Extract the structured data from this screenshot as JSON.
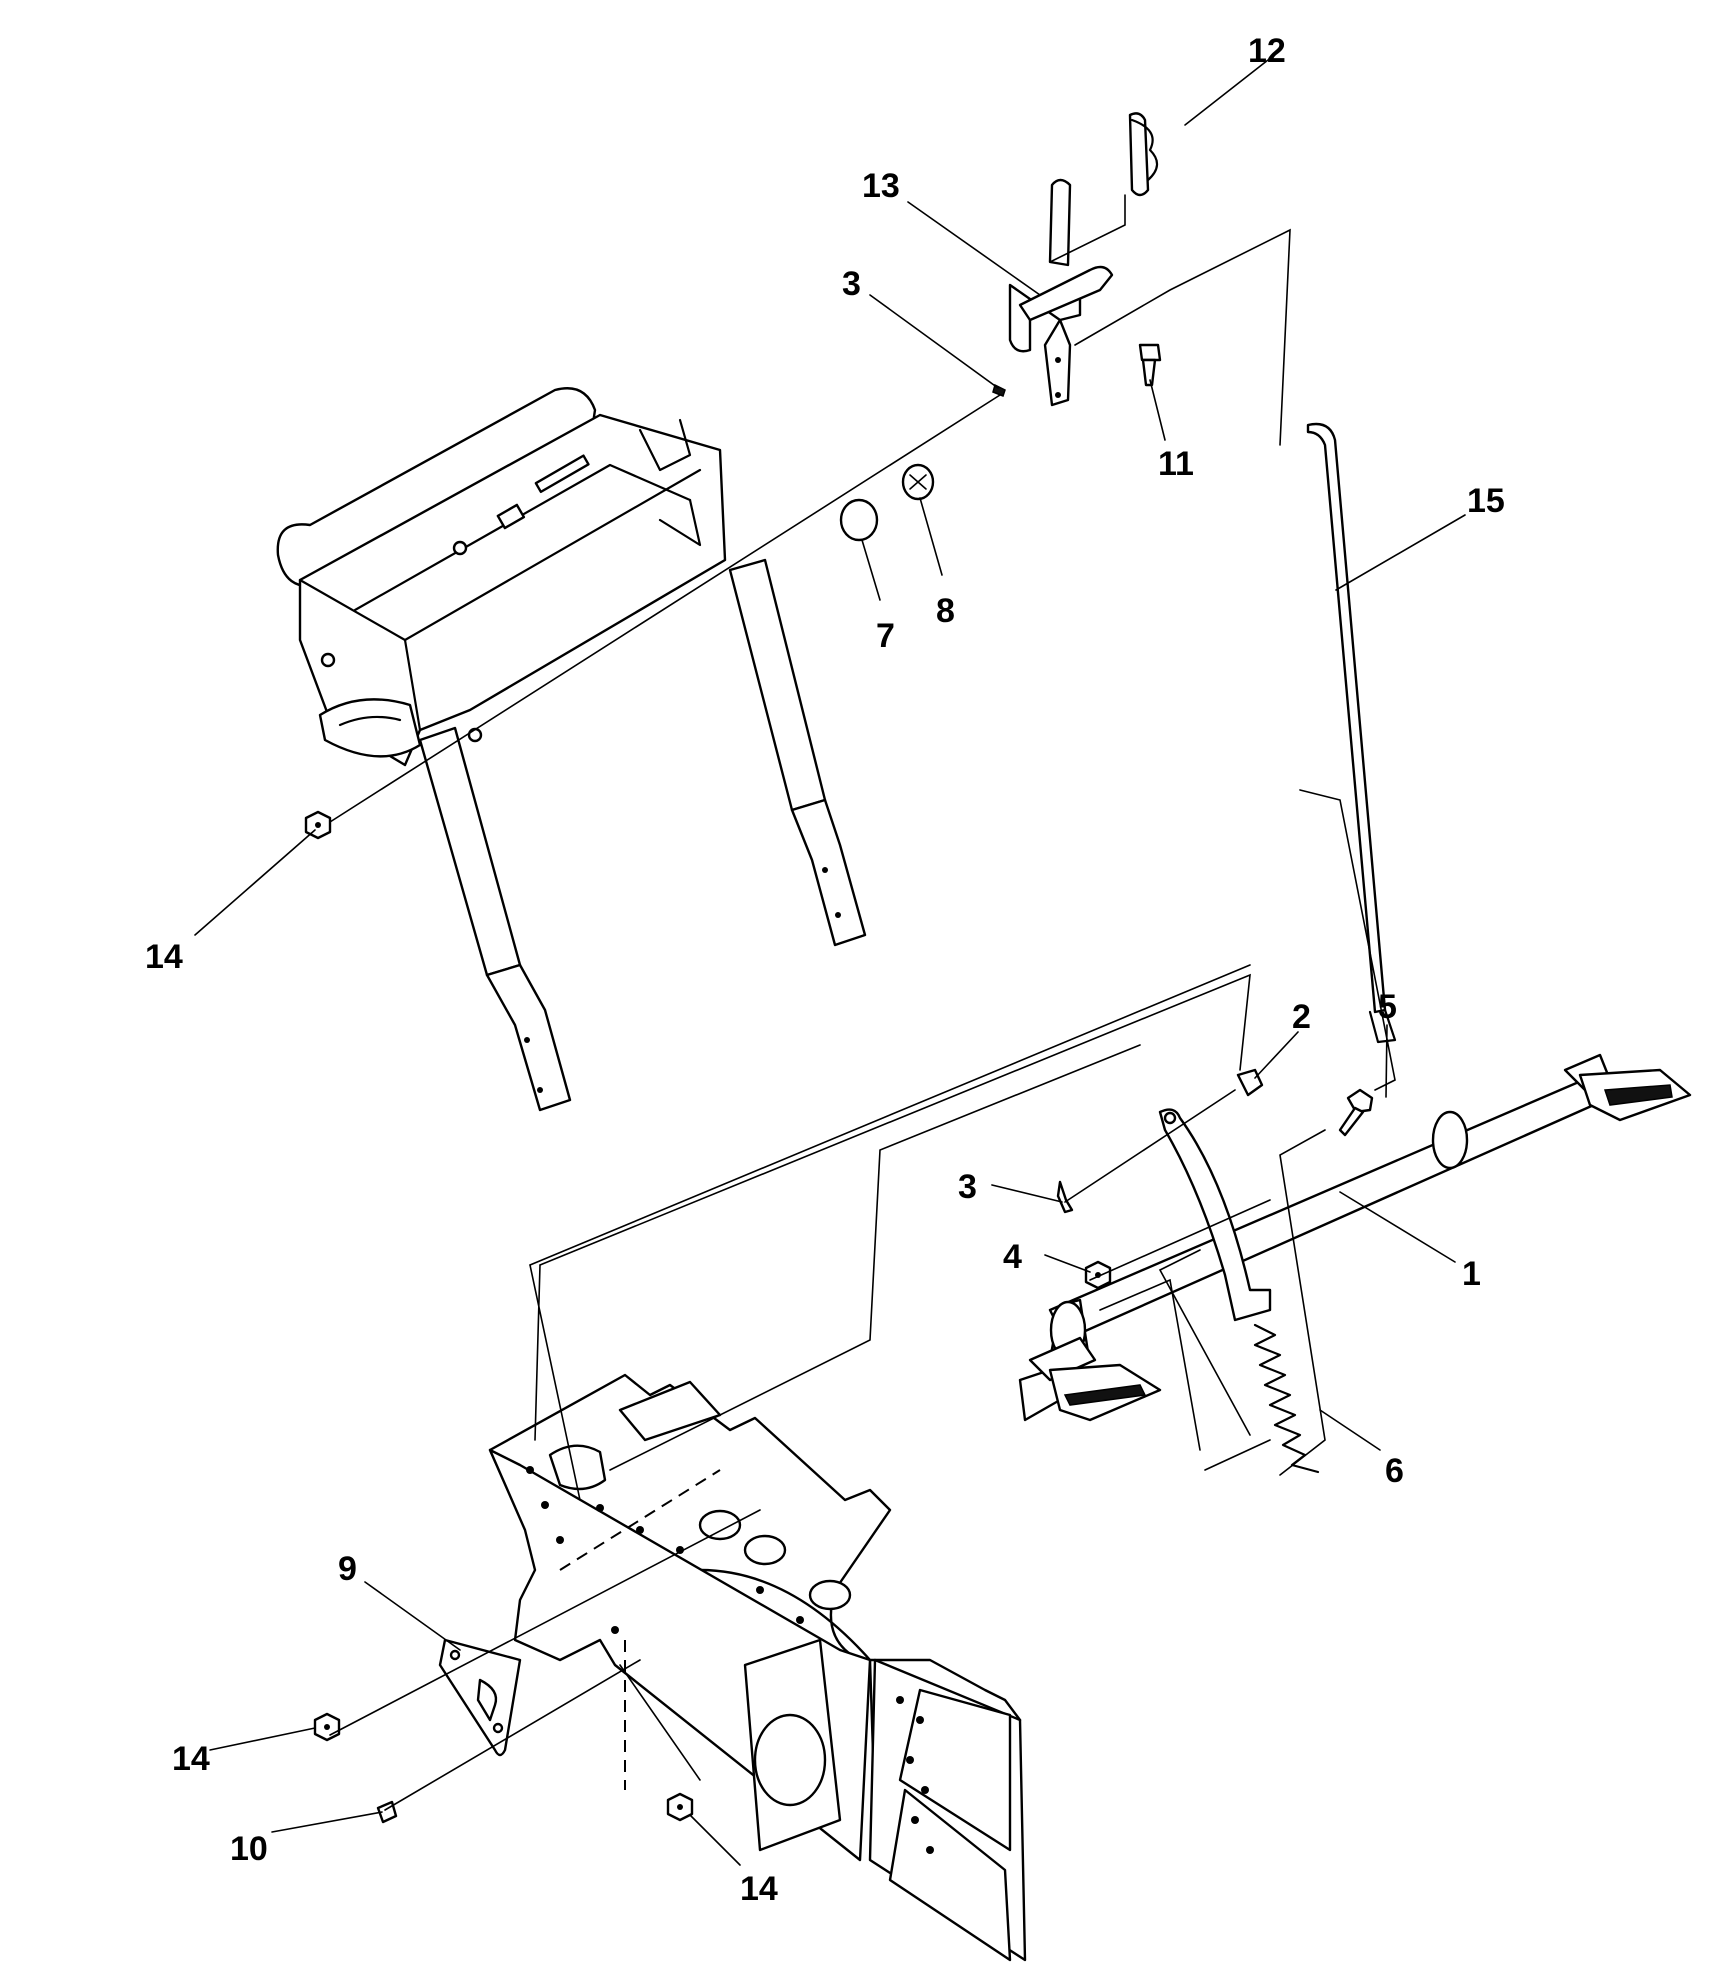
{
  "diagram": {
    "labels": [
      {
        "id": "label-1",
        "text": "1"
      },
      {
        "id": "label-2",
        "text": "2"
      },
      {
        "id": "label-3-top",
        "text": "3"
      },
      {
        "id": "label-3-mid",
        "text": "3"
      },
      {
        "id": "label-4",
        "text": "4"
      },
      {
        "id": "label-5",
        "text": "5"
      },
      {
        "id": "label-6",
        "text": "6"
      },
      {
        "id": "label-7",
        "text": "7"
      },
      {
        "id": "label-8",
        "text": "8"
      },
      {
        "id": "label-9",
        "text": "9"
      },
      {
        "id": "label-10",
        "text": "10"
      },
      {
        "id": "label-11",
        "text": "11"
      },
      {
        "id": "label-12",
        "text": "12"
      },
      {
        "id": "label-13",
        "text": "13"
      },
      {
        "id": "label-14-upper",
        "text": "14"
      },
      {
        "id": "label-14-left",
        "text": "14"
      },
      {
        "id": "label-14-bottom",
        "text": "14"
      },
      {
        "id": "label-15",
        "text": "15"
      }
    ]
  }
}
